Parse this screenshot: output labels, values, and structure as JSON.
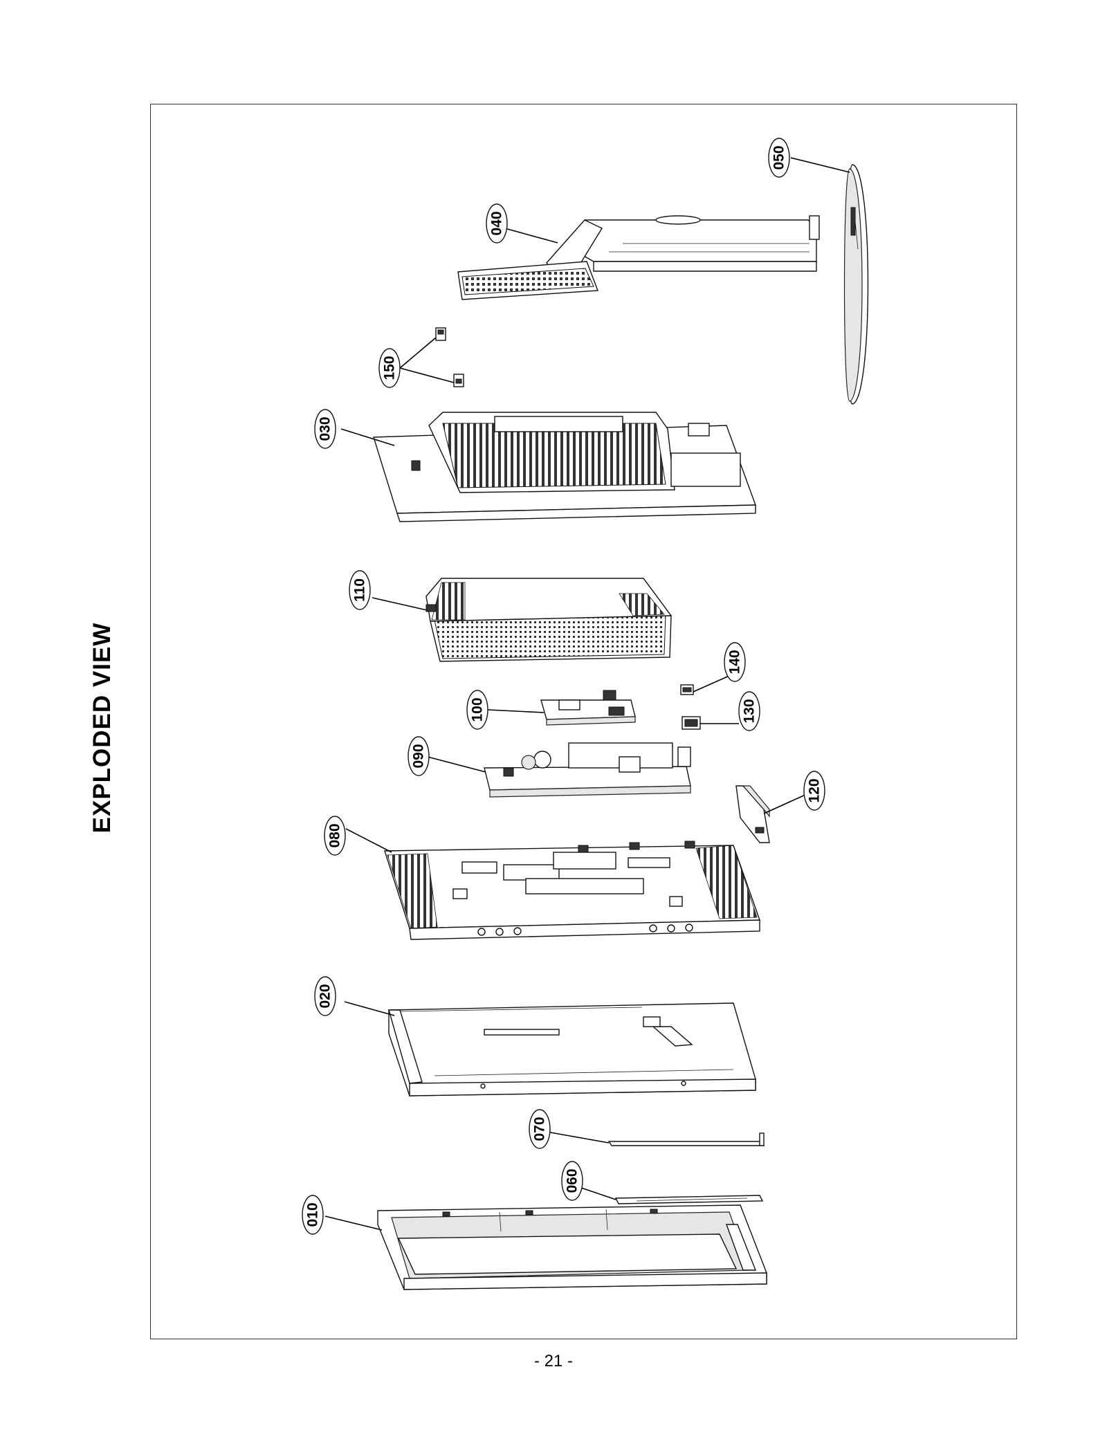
{
  "page": {
    "title": "EXPLODED VIEW",
    "page_number": "- 21 -"
  },
  "parts": {
    "p010": "010",
    "p020": "020",
    "p030": "030",
    "p040": "040",
    "p050": "050",
    "p060": "060",
    "p070": "070",
    "p080": "080",
    "p090": "090",
    "p100": "100",
    "p110": "110",
    "p120": "120",
    "p130": "130",
    "p140": "140",
    "p150": "150"
  }
}
